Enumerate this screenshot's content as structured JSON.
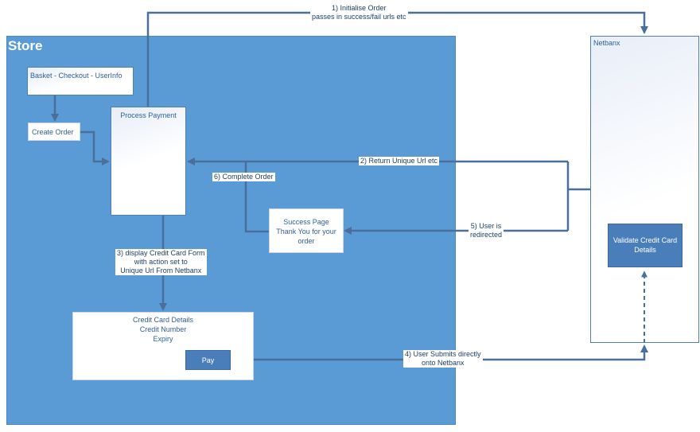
{
  "store": {
    "title": "Store"
  },
  "netbanx": {
    "title": "Netbanx"
  },
  "boxes": {
    "basket": "Basket - Checkout - UserInfo",
    "create_order": "Create Order",
    "process_payment": "Process Payment",
    "success_page": [
      "Success Page",
      "Thank You for your",
      "order"
    ],
    "cc_details": [
      "Credit Card Details",
      "Credit Number",
      "Expiry"
    ],
    "pay": "Pay",
    "validate": [
      "Validate Credit Card",
      "Details"
    ]
  },
  "steps": {
    "s1": [
      "1) Initialise Order",
      "passes in success/fail urls etc"
    ],
    "s2": "2) Return Unique Url etc",
    "s3": [
      "3) display Credit Card Form",
      "with action set to",
      "Unique Url From Netbanx"
    ],
    "s4": [
      "4) User Submits directly",
      "onto Netbanx"
    ],
    "s5": [
      "5) User is",
      "redirected"
    ],
    "s6": "6) Complete Order"
  },
  "colors": {
    "store_bg": "#5b9bd5",
    "connector": "#4a6f9c",
    "button": "#4a7ebb"
  }
}
